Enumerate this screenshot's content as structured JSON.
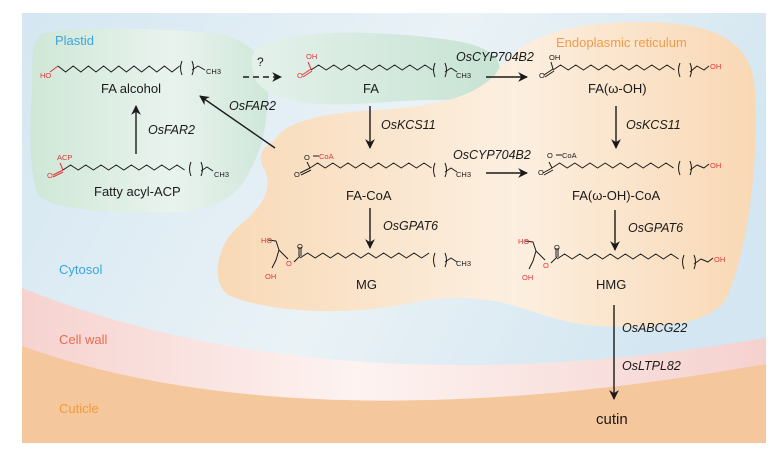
{
  "compartments": {
    "plastid": {
      "label": "Plastid",
      "color": "#3aa6dd"
    },
    "er": {
      "label": "Endoplasmic reticulum",
      "color": "#f29a4a"
    },
    "cytosol": {
      "label": "Cytosol",
      "color": "#3aa6dd"
    },
    "cell_wall": {
      "label": "Cell wall",
      "color": "#ee6a4e"
    },
    "cuticle": {
      "label": "Cuticle",
      "color": "#f49a3a"
    }
  },
  "fills": {
    "cytosol_bg": "#d6e8f2",
    "plastid_bg": "#d3e9da",
    "er_bg": "#f9dcbb",
    "cell_wall_bg": "#f6d4d2",
    "cuticle_bg": "#f4c79c",
    "heteroatom": "#e0373b",
    "ink": "#1a1a1a"
  },
  "compounds": {
    "fa_alcohol": {
      "name": "FA alcohol",
      "head": "HO",
      "tail": "CH3"
    },
    "fatty_acyl_acp": {
      "name": "Fatty acyl-ACP",
      "head_top": "ACP",
      "head_o": "O",
      "tail": "CH3"
    },
    "fa": {
      "name": "FA",
      "head_top": "OH",
      "head_o": "O",
      "tail": "CH3"
    },
    "fa_coa": {
      "name": "FA-CoA",
      "head_top": "O",
      "head_coa": "CoA",
      "head_o": "O",
      "tail": "CH3"
    },
    "mg": {
      "name": "MG",
      "ho": "HO",
      "oh": "OH",
      "ester_o": "O",
      "carbonyl_o": "O",
      "tail": "CH3"
    },
    "fa_w_oh": {
      "name": "FA(ω-OH)",
      "head_top": "OH",
      "head_o": "O",
      "tail": "OH"
    },
    "fa_w_oh_coa": {
      "name": "FA(ω-OH)-CoA",
      "head_top": "O",
      "head_coa": "CoA",
      "head_o": "O",
      "tail": "OH"
    },
    "hmg": {
      "name": "HMG",
      "ho": "HO",
      "oh": "OH",
      "ester_o": "O",
      "carbonyl_o": "O",
      "tail": "OH"
    },
    "cutin": {
      "name": "cutin"
    }
  },
  "reactions": [
    {
      "id": "acp_to_alcohol",
      "enzyme": "OsFAR2",
      "from": "Fatty acyl-ACP",
      "to": "FA alcohol"
    },
    {
      "id": "facoa_to_alcohol",
      "enzyme": "OsFAR2",
      "from": "FA-CoA",
      "to": "FA alcohol"
    },
    {
      "id": "alcohol_to_fa",
      "enzyme": "?",
      "from": "FA alcohol",
      "to": "FA",
      "style": "dashed"
    },
    {
      "id": "fa_to_waoh",
      "enzyme": "OsCYP704B2",
      "from": "FA",
      "to": "FA(ω-OH)"
    },
    {
      "id": "fa_to_facoa",
      "enzyme": "OsKCS11",
      "from": "FA",
      "to": "FA-CoA"
    },
    {
      "id": "waoh_to_waohcoa",
      "enzyme": "OsKCS11",
      "from": "FA(ω-OH)",
      "to": "FA(ω-OH)-CoA"
    },
    {
      "id": "facoa_to_waohcoa",
      "enzyme": "OsCYP704B2",
      "from": "FA-CoA",
      "to": "FA(ω-OH)-CoA"
    },
    {
      "id": "facoa_to_mg",
      "enzyme": "OsGPAT6",
      "from": "FA-CoA",
      "to": "MG"
    },
    {
      "id": "waohcoa_to_hmg",
      "enzyme": "OsGPAT6",
      "from": "FA(ω-OH)-CoA",
      "to": "HMG"
    },
    {
      "id": "hmg_to_cutin",
      "enzyme": "OsABCG22",
      "enzyme2": "OsLTPL82",
      "from": "HMG",
      "to": "cutin"
    }
  ]
}
